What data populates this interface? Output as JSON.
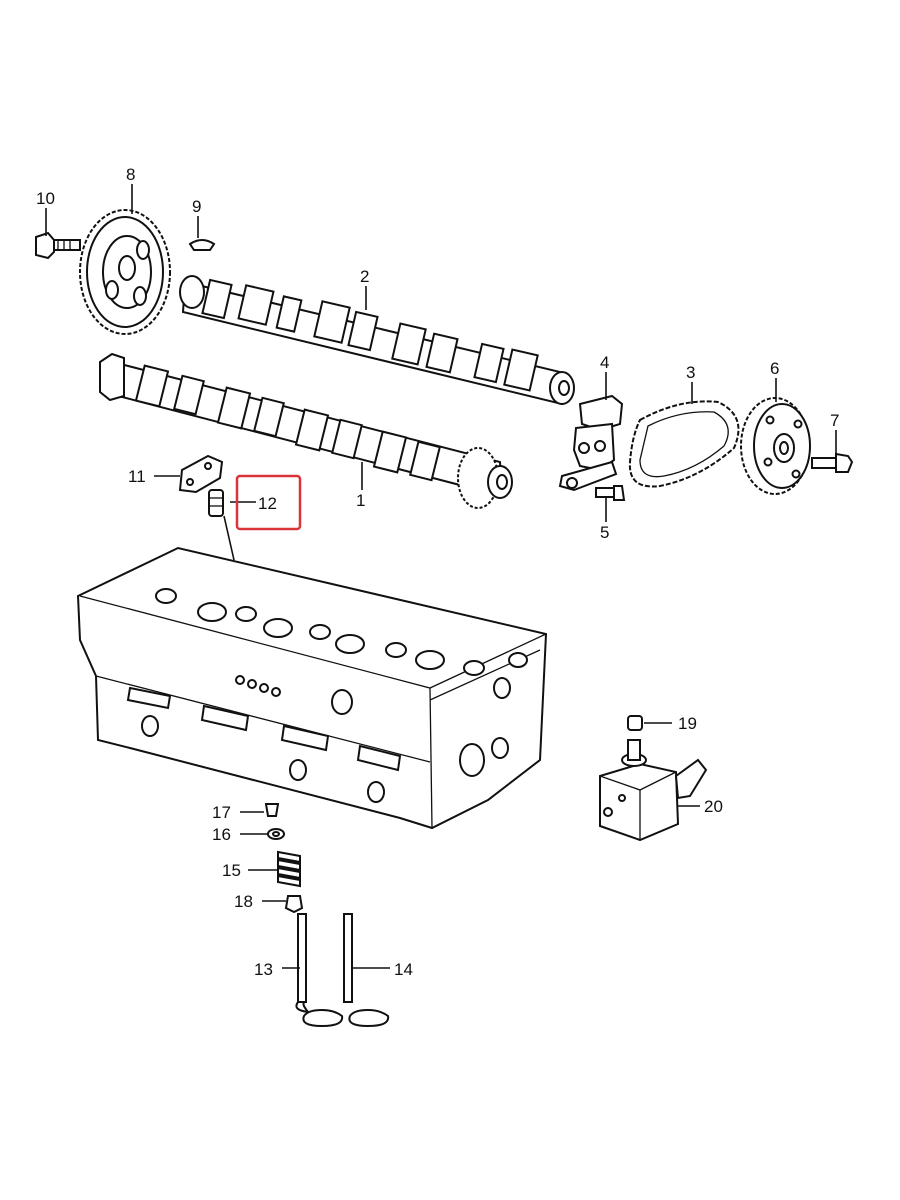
{
  "callouts": {
    "p1": "1",
    "p2": "2",
    "p3": "3",
    "p4": "4",
    "p5": "5",
    "p6": "6",
    "p7": "7",
    "p8": "8",
    "p9": "9",
    "p10": "10",
    "p11": "11",
    "p12": "12",
    "p13": "13",
    "p14": "14",
    "p15": "15",
    "p16": "16",
    "p17": "17",
    "p18": "18",
    "p19": "19",
    "p20": "20"
  },
  "highlight": {
    "label": "12",
    "color": "#d9343a"
  },
  "colors": {
    "line": "#111111",
    "background": "#ffffff"
  }
}
